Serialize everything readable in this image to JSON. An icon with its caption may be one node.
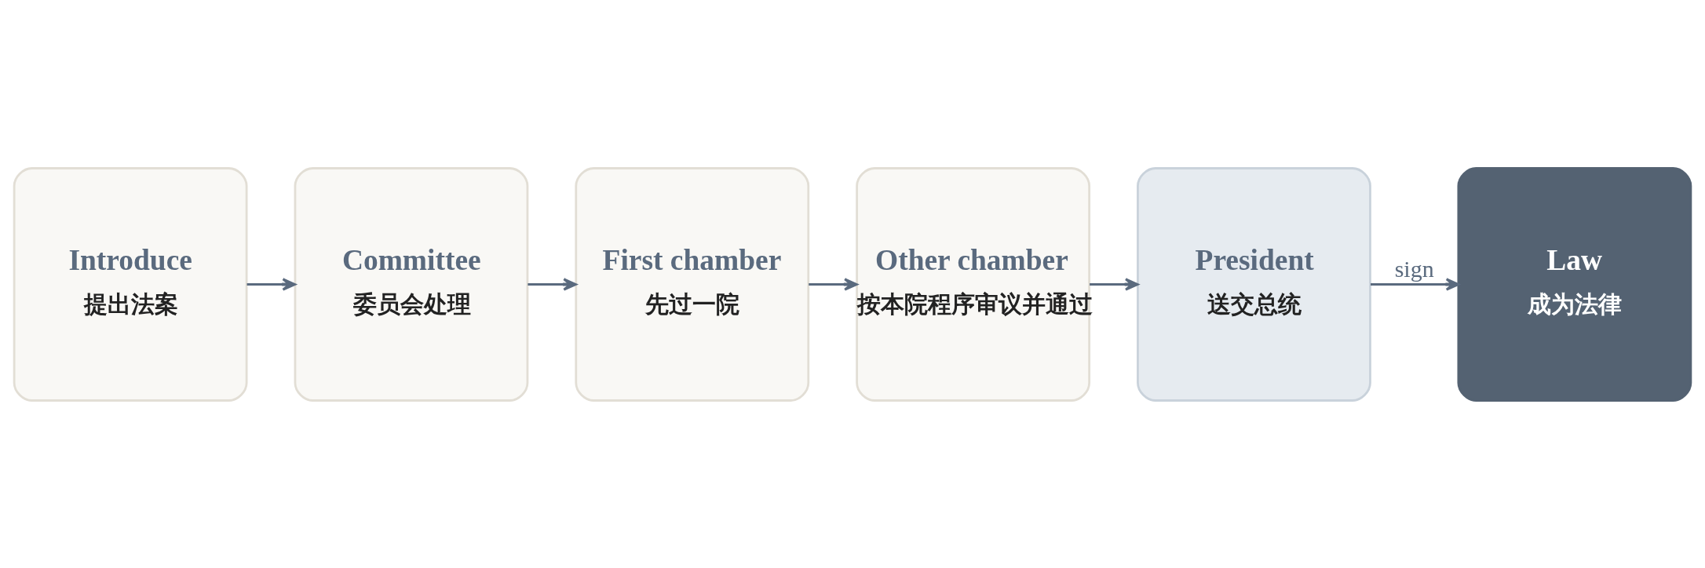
{
  "diagram": {
    "nodes": [
      {
        "text": [
          "Introduce",
          "提出法案"
        ]
      },
      {
        "text": [
          "Committee",
          "委员会处理"
        ]
      },
      {
        "text": [
          "First chamber",
          "先过一院"
        ]
      },
      {
        "text": [
          "Other chamber",
          "按本院程序审议并通过"
        ]
      },
      {
        "text": [
          "President",
          "送交总统"
        ]
      },
      {
        "text": [
          "Law",
          "成为法律"
        ]
      }
    ],
    "edges": [
      {
        "from": 0,
        "to": 1,
        "arrow": "to"
      },
      {
        "from": 1,
        "to": 2,
        "arrow": "to"
      },
      {
        "from": 2,
        "to": 3,
        "arrow": "to"
      },
      {
        "from": 3,
        "to": 4,
        "arrow": "to"
      },
      {
        "from": 4,
        "to": 5,
        "arrow": "to",
        "label": "sign"
      }
    ]
  }
}
